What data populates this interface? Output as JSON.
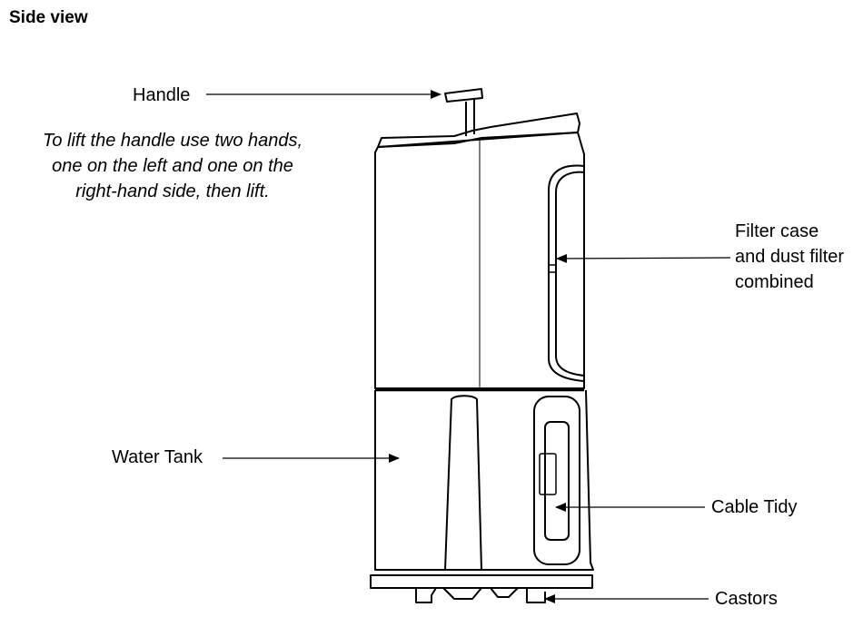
{
  "title": "Side view",
  "labels": {
    "handle": "Handle",
    "handle_note": "To lift the handle use two hands, one on the left and one on the right-hand side, then lift.",
    "filter_line1": "Filter case",
    "filter_line2": "and dust filter",
    "filter_line3": "combined",
    "water_tank": "Water Tank",
    "cable_tidy": "Cable Tidy",
    "castors": "Castors"
  }
}
